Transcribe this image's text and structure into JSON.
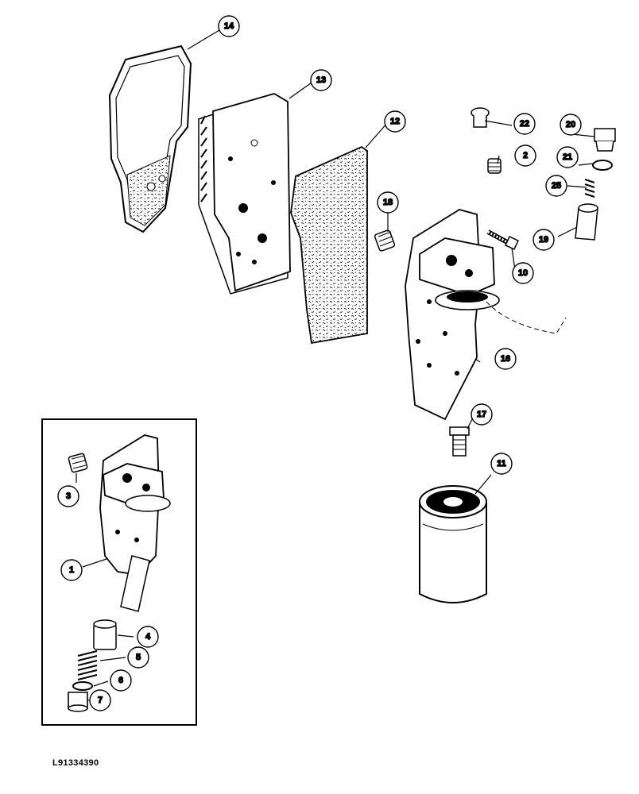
{
  "callouts": {
    "c1": "1",
    "c2": "2",
    "c3": "3",
    "c4": "4",
    "c5": "5",
    "c6": "6",
    "c7": "7",
    "c10": "10",
    "c11": "11",
    "c12": "12",
    "c13": "13",
    "c14": "14",
    "c16": "16",
    "c17": "17",
    "c18": "18",
    "c19": "19",
    "c20": "20",
    "c21": "21",
    "c22": "22",
    "c25": "25"
  },
  "document_id": "L91334390"
}
